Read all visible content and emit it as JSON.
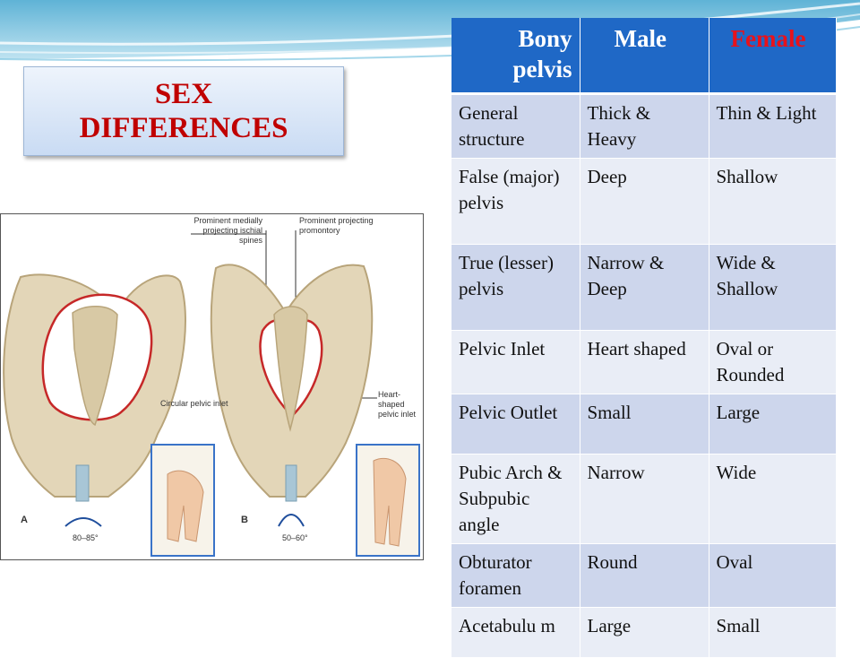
{
  "slide": {
    "title": "SEX\nDIFFERENCES"
  },
  "figure": {
    "labels": {
      "ischial_spines": "Prominent medially\nprojecting ischial spines",
      "promontory": "Prominent projecting\npromontory",
      "circular_inlet": "Circular pelvic inlet",
      "heart_inlet": "Heart-shaped\npelvic inlet",
      "panel_a": "A",
      "panel_b": "B",
      "angle_a": "80–85°",
      "angle_b": "50–60°"
    }
  },
  "table": {
    "headers": [
      "Bony pelvis",
      "Male",
      "Female"
    ],
    "rows": [
      [
        "General structure",
        "Thick & Heavy",
        "Thin & Light"
      ],
      [
        "False (major) pelvis",
        "Deep",
        "Shallow"
      ],
      [
        "True (lesser) pelvis",
        "Narrow & Deep",
        "Wide & Shallow"
      ],
      [
        "Pelvic Inlet",
        "Heart shaped",
        "Oval or Rounded"
      ],
      [
        "Pelvic Outlet",
        "Small",
        "Large"
      ],
      [
        "Pubic Arch & Subpubic angle",
        "Narrow",
        "Wide"
      ],
      [
        "Obturator foramen",
        "Round",
        "Oval"
      ],
      [
        "Acetabulu m",
        "Large",
        "Small"
      ]
    ]
  },
  "colors": {
    "header_bg": "#1f68c6",
    "header_female": "#e8121b",
    "row_odd": "#cdd6ec",
    "row_even": "#e9edf6",
    "title_text": "#c00000"
  }
}
